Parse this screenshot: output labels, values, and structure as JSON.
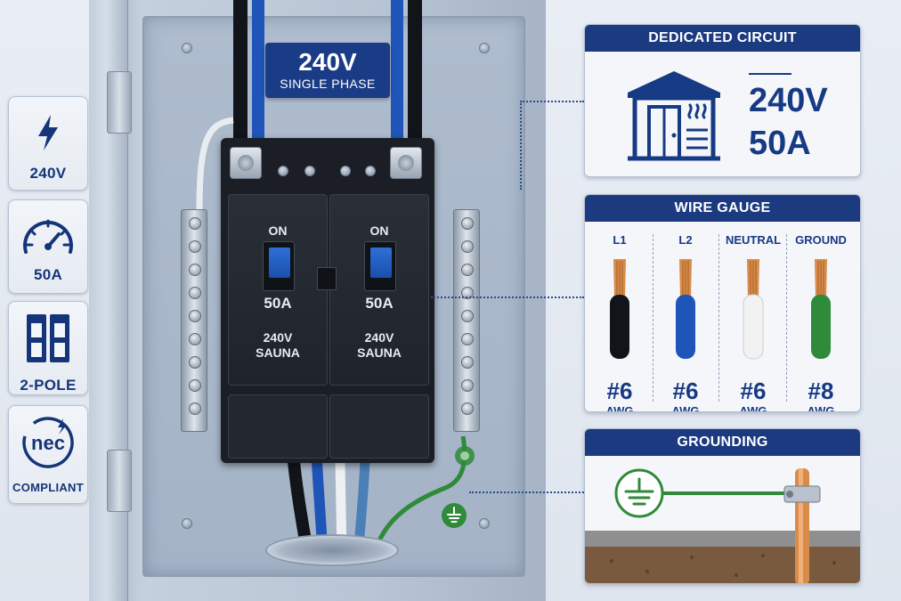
{
  "sidebar": {
    "items": [
      {
        "icon": "lightning-bolt-icon",
        "label": "240V"
      },
      {
        "icon": "speedometer-icon",
        "label": "50A"
      },
      {
        "icon": "two-pole-breaker-icon",
        "label": "2-POLE"
      },
      {
        "icon": "nec-logo-icon",
        "logo_text": "nec",
        "label": "COMPLIANT"
      }
    ]
  },
  "panel": {
    "banner": {
      "voltage": "240V",
      "phase": "SINGLE PHASE"
    },
    "breakers": [
      {
        "state": "ON",
        "amperage": "50A",
        "voltage": "240V",
        "load": "SAUNA"
      },
      {
        "state": "ON",
        "amperage": "50A",
        "voltage": "240V",
        "load": "SAUNA"
      }
    ],
    "ground_symbol": "ground-icon"
  },
  "dedicated_circuit": {
    "title": "DEDICATED CIRCUIT",
    "icon": "sauna-house-icon",
    "voltage": "240V",
    "amperage": "50A"
  },
  "wire_gauge": {
    "title": "WIRE GAUGE",
    "wires": [
      {
        "name": "L1",
        "size": "#6",
        "unit": "AWG",
        "color": "#111418"
      },
      {
        "name": "L2",
        "size": "#6",
        "unit": "AWG",
        "color": "#1f55b8"
      },
      {
        "name": "NEUTRAL",
        "size": "#6",
        "unit": "AWG",
        "color": "#f2f2f2"
      },
      {
        "name": "GROUND",
        "size": "#8",
        "unit": "AWG",
        "color": "#2f8a3a"
      }
    ]
  },
  "grounding": {
    "title": "GROUNDING",
    "icon": "ground-rod-icon"
  },
  "colors": {
    "brand_navy": "#1b3a80",
    "breaker_handle": "#2f6fd6",
    "ground_green": "#2f8a3a",
    "copper": "#d98c4a"
  }
}
